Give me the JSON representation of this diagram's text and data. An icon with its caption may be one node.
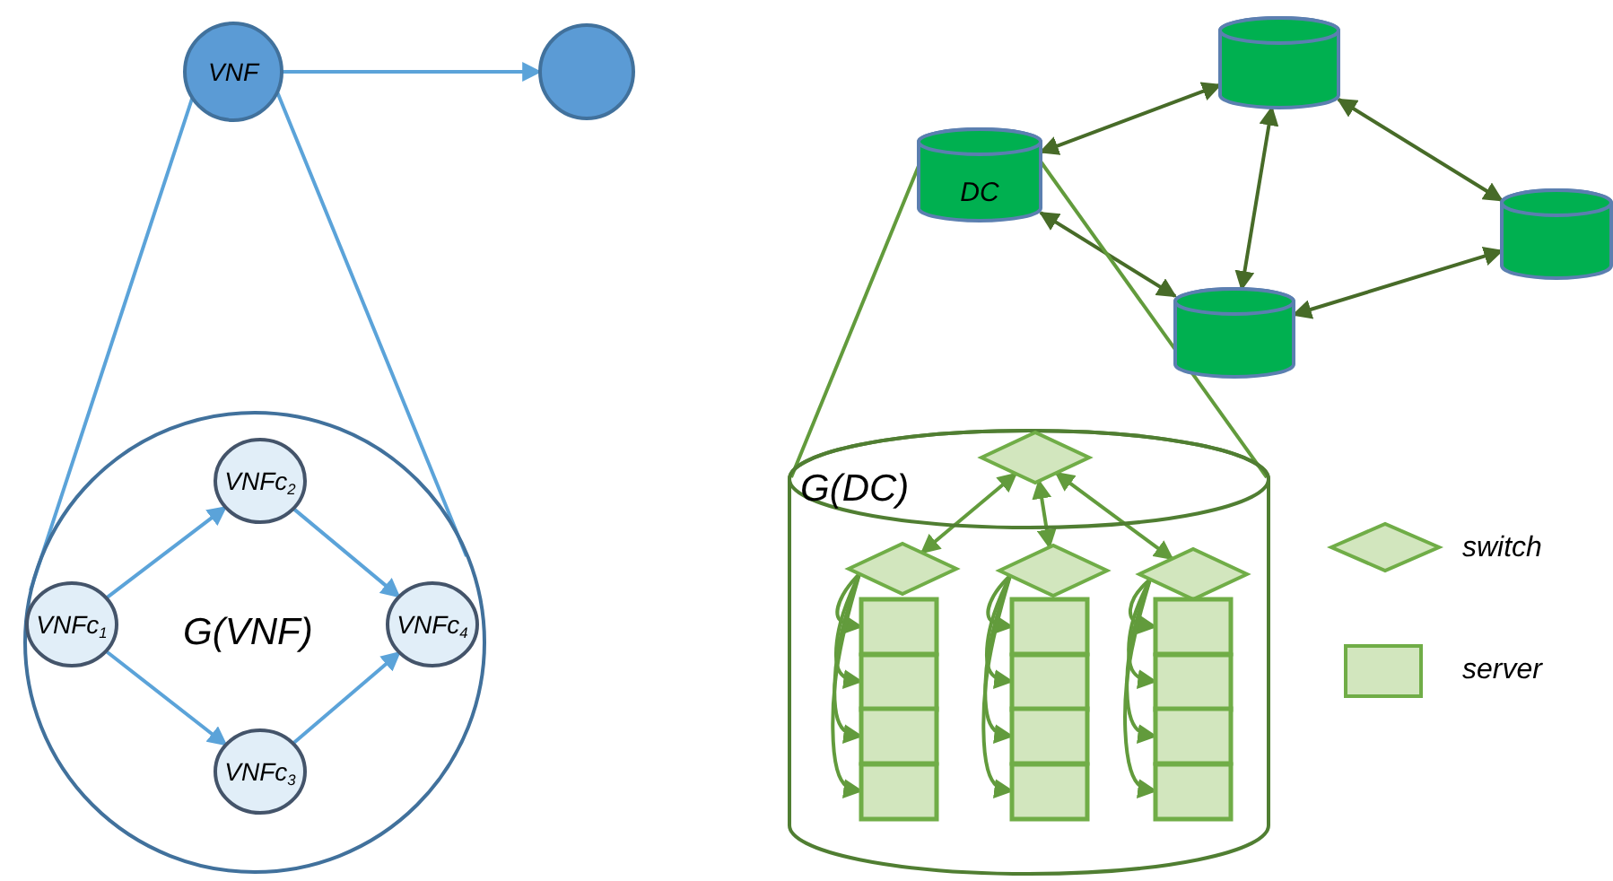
{
  "diagram": {
    "nodes": [
      {
        "text": [
          "VNF"
        ]
      },
      {
        "text": [],
        "shape": "circle"
      },
      {
        "text": [
          "G(VNF)"
        ]
      },
      {
        "text": [
          "VNFc$_{1}$"
        ],
        "in": 2
      },
      {
        "text": [
          "VNFc$_{2}$"
        ],
        "in": 2
      },
      {
        "text": [
          "VNFc$_{3}$"
        ],
        "in": 2
      },
      {
        "text": [
          "VNFc$_{4}$"
        ],
        "in": 2
      },
      {
        "text": [
          "DC"
        ]
      },
      {
        "text": [],
        "shape": "cylinder"
      },
      {
        "text": [],
        "shape": "cylinder"
      },
      {
        "text": [],
        "shape": "cylinder"
      },
      {
        "text": [
          "G(DC)"
        ]
      },
      {
        "text": [],
        "shape": "diamond",
        "in": 11
      },
      {
        "text": [],
        "shape": "diamond",
        "in": 11
      },
      {
        "text": [],
        "shape": "diamond",
        "in": 11
      },
      {
        "text": [],
        "shape": "diamond",
        "in": 11
      },
      {
        "text": [],
        "shape": "box",
        "in": 11
      },
      {
        "text": [],
        "shape": "box",
        "in": 11
      },
      {
        "text": [],
        "shape": "box",
        "in": 11
      },
      {
        "text": [],
        "shape": "box",
        "in": 11
      },
      {
        "text": [],
        "shape": "box",
        "in": 11
      },
      {
        "text": [],
        "shape": "box",
        "in": 11
      },
      {
        "text": [],
        "shape": "box",
        "in": 11
      },
      {
        "text": [],
        "shape": "box",
        "in": 11
      },
      {
        "text": [],
        "shape": "box",
        "in": 11
      },
      {
        "text": [],
        "shape": "box",
        "in": 11
      },
      {
        "text": [],
        "shape": "box",
        "in": 11
      },
      {
        "text": [],
        "shape": "box",
        "in": 11
      }
    ],
    "edges": [
      {
        "from": 0,
        "to": 1,
        "arrow": "to",
        "color": "#5ba3d9"
      },
      {
        "from": 0,
        "to": 2,
        "arrow": "none",
        "color": "#5ba3d9"
      },
      {
        "from": 0,
        "to": 2,
        "arrow": "none",
        "color": "#5ba3d9"
      },
      {
        "from": 3,
        "to": 4,
        "arrow": "to",
        "color": "#5ba3d9"
      },
      {
        "from": 3,
        "to": 5,
        "arrow": "to",
        "color": "#5ba3d9"
      },
      {
        "from": 4,
        "to": 6,
        "arrow": "to",
        "color": "#5ba3d9"
      },
      {
        "from": 5,
        "to": 6,
        "arrow": "to",
        "color": "#5ba3d9"
      },
      {
        "from": 7,
        "to": 8,
        "arrow": "both",
        "color": "#476b28"
      },
      {
        "from": 7,
        "to": 10,
        "arrow": "both",
        "color": "#476b28"
      },
      {
        "from": 8,
        "to": 10,
        "arrow": "both",
        "color": "#476b28"
      },
      {
        "from": 8,
        "to": 9,
        "arrow": "both",
        "color": "#476b28"
      },
      {
        "from": 9,
        "to": 10,
        "arrow": "both",
        "color": "#476b28"
      },
      {
        "from": 7,
        "to": 11,
        "arrow": "none"
      },
      {
        "from": 7,
        "to": 11,
        "arrow": "none"
      },
      {
        "from": 12,
        "to": 13,
        "arrow": "both"
      },
      {
        "from": 12,
        "to": 14,
        "arrow": "both"
      },
      {
        "from": 12,
        "to": 15,
        "arrow": "both"
      },
      {
        "from": 13,
        "to": 16,
        "arrow": "to"
      },
      {
        "from": 13,
        "to": 17,
        "arrow": "to"
      },
      {
        "from": 13,
        "to": 18,
        "arrow": "to"
      },
      {
        "from": 13,
        "to": 19,
        "arrow": "to"
      },
      {
        "from": 14,
        "to": 20,
        "arrow": "to"
      },
      {
        "from": 14,
        "to": 21,
        "arrow": "to"
      },
      {
        "from": 14,
        "to": 22,
        "arrow": "to"
      },
      {
        "from": 14,
        "to": 23,
        "arrow": "to"
      },
      {
        "from": 15,
        "to": 24,
        "arrow": "to"
      },
      {
        "from": 15,
        "to": 25,
        "arrow": "to"
      },
      {
        "from": 15,
        "to": 26,
        "arrow": "to"
      },
      {
        "from": 15,
        "to": 27,
        "arrow": "to"
      }
    ],
    "legend": [
      {
        "text": "switch"
      },
      {
        "text": "server"
      }
    ]
  }
}
